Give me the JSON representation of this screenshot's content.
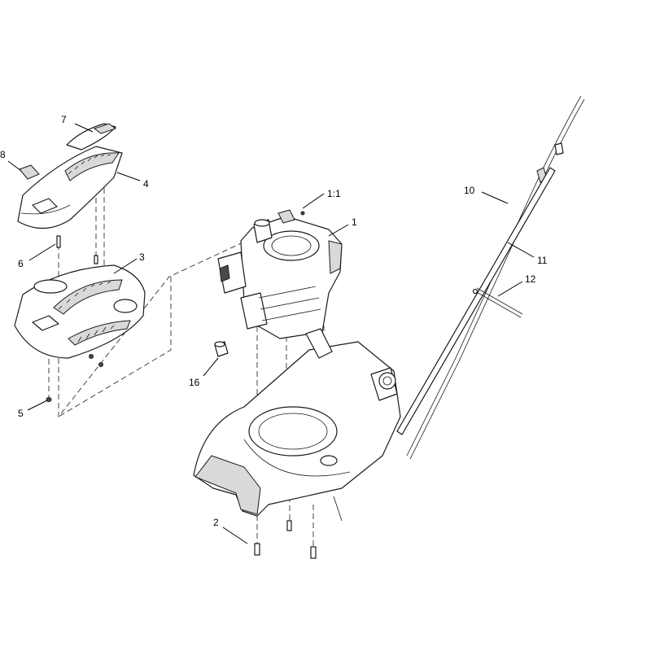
{
  "callouts": {
    "c1": "1",
    "c1_1": "1:1",
    "c2": "2",
    "c3": "3",
    "c4": "4",
    "c5": "5",
    "c6": "6",
    "c7": "7",
    "c8": "8",
    "c10": "10",
    "c11": "11",
    "c12": "12",
    "c16": "16"
  }
}
